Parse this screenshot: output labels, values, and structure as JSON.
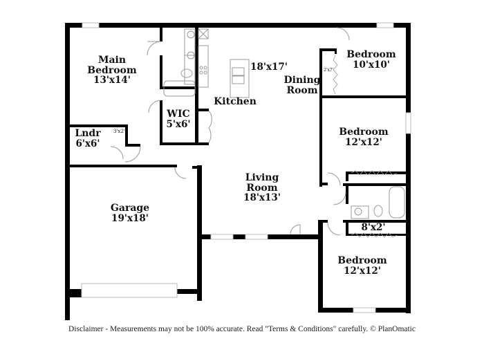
{
  "floorplan": {
    "rooms": {
      "main_bedroom": {
        "name_line1": "Main",
        "name_line2": "Bedroom",
        "dims": "13'x14'"
      },
      "wic": {
        "name": "WIC",
        "dims": "5'x6'"
      },
      "laundry": {
        "name": "Lndr",
        "dims": "6'x6'"
      },
      "laundry_closet": {
        "dims": "3'x2'"
      },
      "kitchen": {
        "name": "Kitchen",
        "dims": "18'x17'"
      },
      "dining": {
        "name_line1": "Dining",
        "name_line2": "Room"
      },
      "dining_closet": {
        "dims": "2'x7'"
      },
      "bedroom_ne": {
        "name": "Bedroom",
        "dims": "10'x10'"
      },
      "bedroom_e": {
        "name": "Bedroom",
        "dims": "12'x12'"
      },
      "living": {
        "name_line1": "Living",
        "name_line2": "Room",
        "dims": "18'x13'"
      },
      "garage": {
        "name": "Garage",
        "dims": "19'x18'"
      },
      "hall_closet": {
        "dims": "8'x2'"
      },
      "bedroom_se": {
        "name": "Bedroom",
        "dims": "12'x12'"
      }
    },
    "colors": {
      "wall": "#000000",
      "fixture": "#9a9a9a",
      "window": "#cccccc",
      "background": "#ffffff"
    }
  },
  "footer": {
    "disclaimer": "Disclaimer - Measurements may not be 100% accurate. Read \"Terms & Conditions\" carefully. © PlanOmatic"
  }
}
